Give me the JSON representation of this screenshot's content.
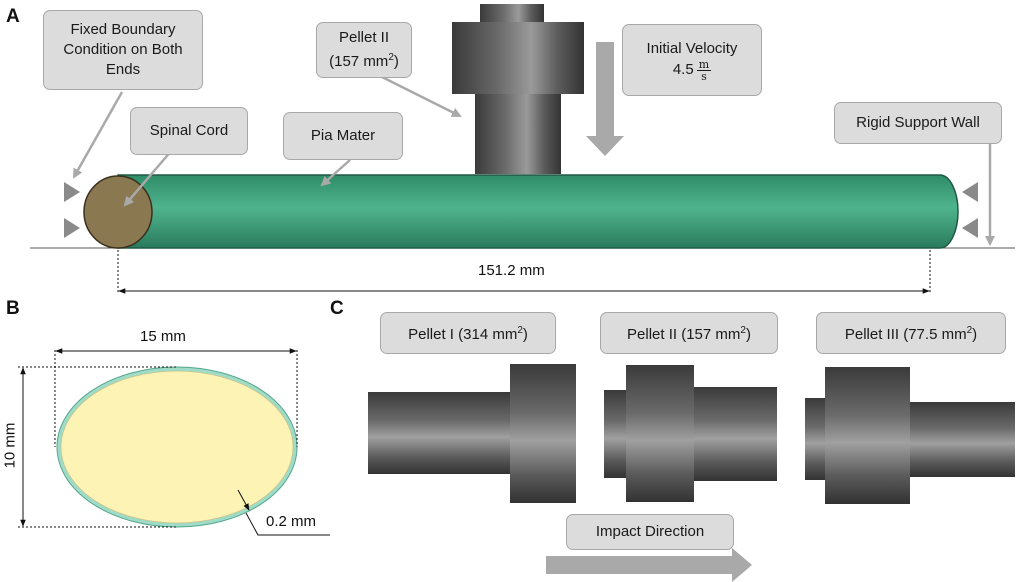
{
  "panels": {
    "a": "A",
    "b": "B",
    "c": "C"
  },
  "panel_a": {
    "fixed_boundary": [
      "Fixed Boundary",
      "Condition on Both",
      "Ends"
    ],
    "spinal_cord": "Spinal Cord",
    "pia_mater": "Pia Mater",
    "pellet": {
      "name": "Pellet II",
      "area_prefix": "(157 mm",
      "area_sup": "2",
      "area_suffix": ")"
    },
    "initial_velocity": {
      "title": "Initial Velocity",
      "value": "4.5",
      "unit_num": "m",
      "unit_den": "s"
    },
    "rigid_wall": "Rigid Support Wall",
    "length": "151.2 mm"
  },
  "panel_b": {
    "width": "15 mm",
    "height": "10 mm",
    "thickness": "0.2 mm"
  },
  "panel_c": {
    "pellets": [
      {
        "prefix": "Pellet I (314 mm",
        "sup": "2",
        "suffix": ")"
      },
      {
        "prefix": "Pellet II (157 mm",
        "sup": "2",
        "suffix": ")"
      },
      {
        "prefix": "Pellet III (77.5 mm",
        "sup": "2",
        "suffix": ")"
      }
    ],
    "impact_direction": "Impact Direction"
  },
  "colors": {
    "pia_mater": "#3fa47f",
    "spinal_cord_section": "#8a7850",
    "cord_cross_section": "#fdf3b4",
    "membrane_ring": "#9fdcc8",
    "metal": "#6f6f6f",
    "arrow": "#a9a9a9"
  }
}
